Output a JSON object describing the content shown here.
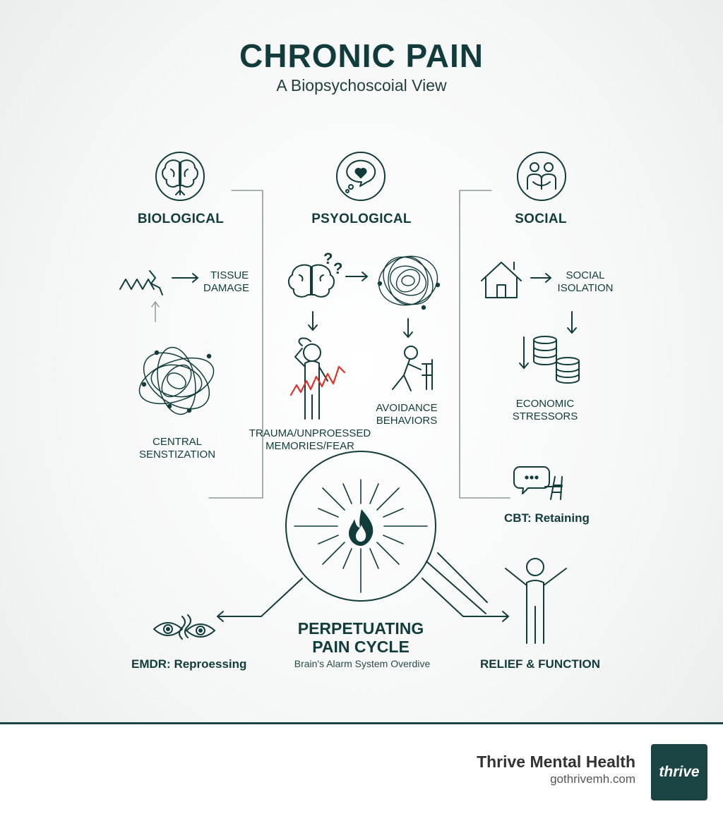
{
  "header": {
    "title": "CHRONIC PAIN",
    "subtitle": "A Biopsychoscoial View"
  },
  "columns": {
    "biological": {
      "heading": "BIOLOGICAL",
      "tissue_line1": "TISSUE",
      "tissue_line2": "DAMAGE",
      "central_line1": "CENTRAL",
      "central_line2": "SENSTIZATION"
    },
    "psychological": {
      "heading": "PSYOLOGICAL",
      "trauma_line1": "TRAUMA/UNPROESSED",
      "trauma_line2": "MEMORIES/FEAR",
      "avoid_line1": "AVOIDANCE",
      "avoid_line2": "BEHAVIORS"
    },
    "social": {
      "heading": "SOCIAL",
      "isolation_line1": "SOCIAL",
      "isolation_line2": "ISOLATION",
      "economic_line1": "ECONOMIC",
      "economic_line2": "STRESSORS",
      "cbt": "CBT: Retaining"
    }
  },
  "cycle": {
    "title_line1": "PERPETUATING",
    "title_line2": "PAIN CYCLE",
    "subtitle": "Brain's Alarm System Overdive",
    "emdr": "EMDR: Reproessing",
    "relief": "RELIEF & FUNCTION"
  },
  "footer": {
    "brand": "Thrive Mental Health",
    "url": "gothrivemh.com",
    "logo_text": "thrive"
  },
  "colors": {
    "primary": "#123c3c",
    "accent_red": "#e0322a",
    "footer_border": "#1b4545"
  }
}
